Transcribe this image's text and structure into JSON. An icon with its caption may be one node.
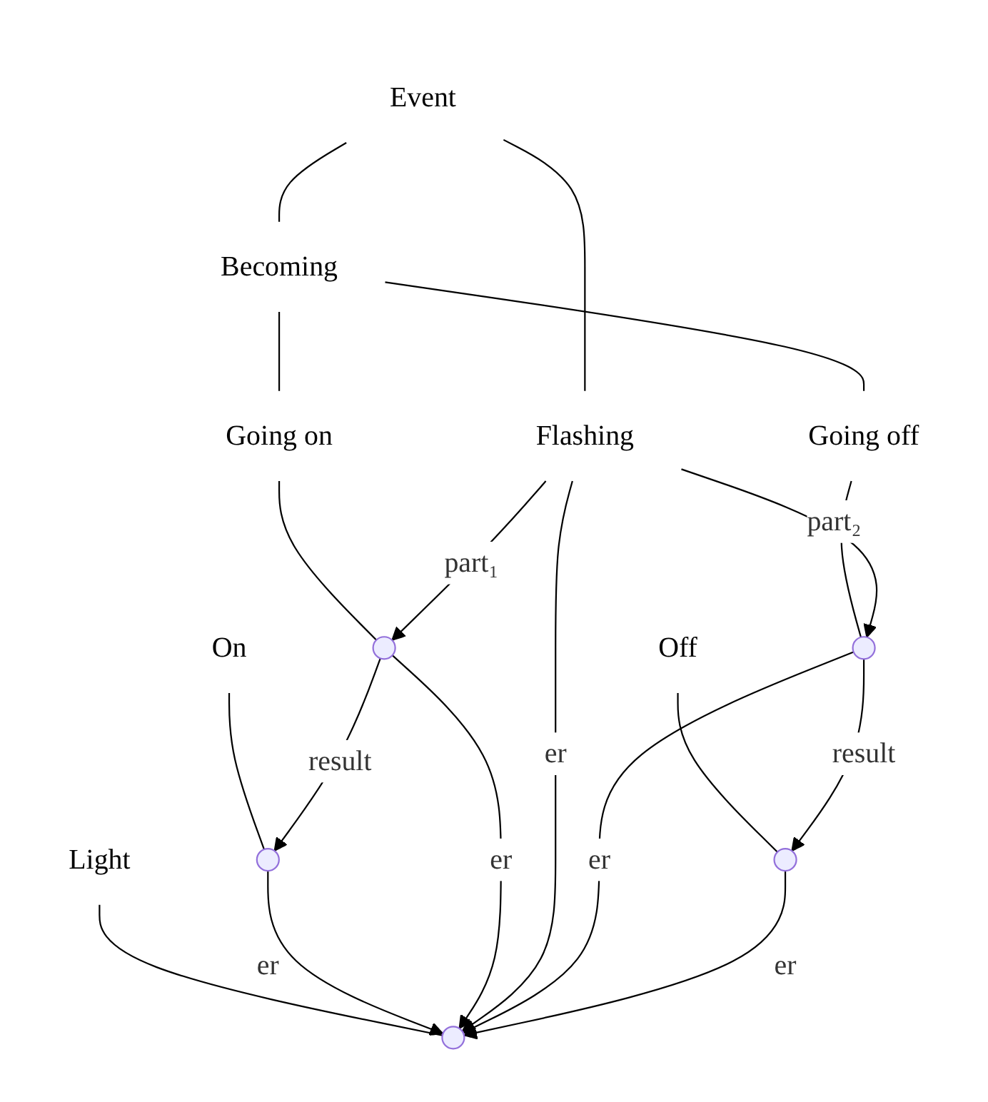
{
  "diagram": {
    "nodes": [
      {
        "text": [
          "Event"
        ]
      },
      {
        "text": [
          "Becoming"
        ]
      },
      {
        "text": [
          "Light"
        ]
      },
      {
        "text": [
          "Going on"
        ]
      },
      {
        "text": [
          "On"
        ]
      },
      {
        "text": [],
        "shape": "circle"
      },
      {
        "text": [],
        "shape": "circle"
      },
      {
        "text": [],
        "shape": "circle"
      },
      {
        "text": [
          "Flashing"
        ]
      },
      {
        "text": [
          "Going off"
        ]
      },
      {
        "text": [
          "Off"
        ]
      },
      {
        "text": [],
        "shape": "circle"
      },
      {
        "text": [],
        "shape": "circle"
      }
    ],
    "edges": [
      {
        "from": 0,
        "to": 1,
        "arrow": "none"
      },
      {
        "from": 0,
        "to": 8,
        "arrow": "none"
      },
      {
        "from": 1,
        "to": 3,
        "arrow": "none"
      },
      {
        "from": 1,
        "to": 9,
        "arrow": "none"
      },
      {
        "from": 2,
        "to": 5,
        "arrow": "none"
      },
      {
        "from": 3,
        "to": 6,
        "arrow": "none"
      },
      {
        "from": 4,
        "to": 7,
        "arrow": "none"
      },
      {
        "from": 9,
        "to": 11,
        "arrow": "none"
      },
      {
        "from": 10,
        "to": 12,
        "arrow": "none"
      },
      {
        "from": 7,
        "to": 5,
        "label": "er",
        "arrow": "to"
      },
      {
        "from": 6,
        "to": 5,
        "label": "er",
        "arrow": "to"
      },
      {
        "from": 8,
        "to": 5,
        "label": "er",
        "arrow": "to"
      },
      {
        "from": 8,
        "to": 6,
        "label": "part₁",
        "arrow": "to"
      },
      {
        "from": 6,
        "to": 7,
        "label": "result",
        "arrow": "to"
      },
      {
        "from": 8,
        "to": 11,
        "label": "part₂",
        "arrow": "to"
      },
      {
        "from": 11,
        "to": 5,
        "label": "er",
        "arrow": "to"
      },
      {
        "from": 11,
        "to": 12,
        "label": "result",
        "arrow": "to"
      },
      {
        "from": 12,
        "to": 5,
        "label": "er",
        "arrow": "to"
      }
    ]
  }
}
